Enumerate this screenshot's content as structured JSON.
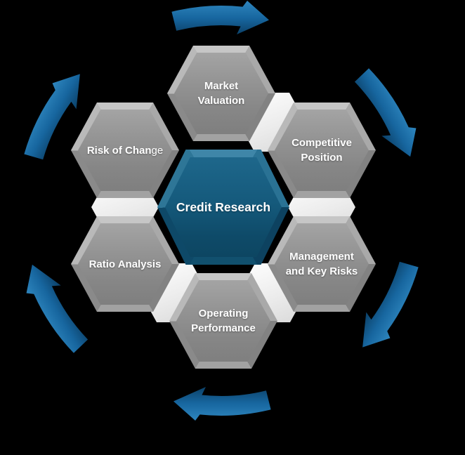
{
  "diagram": {
    "type": "cycle-hexagon-smartart",
    "center": {
      "id": "credit-research",
      "label": "Credit Research"
    },
    "nodes": [
      {
        "id": "market-valuation",
        "label": "Market\nValuation"
      },
      {
        "id": "competitive-position",
        "label": "Competitive\nPosition"
      },
      {
        "id": "management-key-risks",
        "label": "Management\nand Key Risks"
      },
      {
        "id": "operating-performance",
        "label": "Operating\nPerformance"
      },
      {
        "id": "ratio-analysis",
        "label": "Ratio Analysis"
      },
      {
        "id": "risk-of-change",
        "label": "Risk of Chan",
        "label_tail": "ge"
      }
    ],
    "cycle_arrows": {
      "count": 6,
      "flow": "clockwise",
      "color": "#1A6CA6"
    },
    "colors": {
      "background": "#000000",
      "hexagon_gray": "#8E8E8E",
      "hexagon_center_blue": "#155A7C",
      "connector_white": "#EFEFEF",
      "arrow_blue": "#1A6CA6",
      "label_text": "#FFFFFF"
    }
  }
}
